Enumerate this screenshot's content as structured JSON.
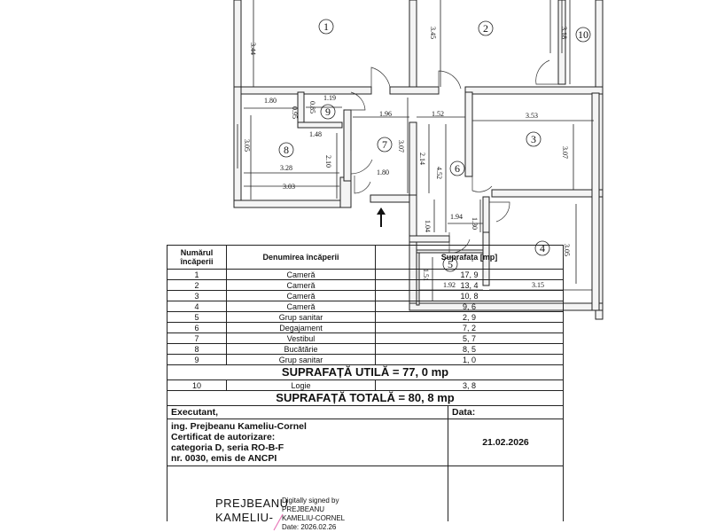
{
  "plan": {
    "rooms": [
      "1",
      "2",
      "3",
      "4",
      "5",
      "6",
      "7",
      "8",
      "9",
      "10"
    ],
    "dims": {
      "d344": "3.44",
      "d345": "3.45",
      "d318": "3.18",
      "d180a": "1.80",
      "d119": "1.19",
      "d095": "0.95",
      "d085": "0.85",
      "d196": "1.96",
      "d152": "1.52",
      "d353": "3.53",
      "d148": "1.48",
      "d305a": "3.05",
      "d328": "3.28",
      "d210": "2.10",
      "d307a": "3.07",
      "d214": "2.14",
      "d452": "4.52",
      "d307b": "3.07",
      "d180b": "1.80",
      "d303": "3.03",
      "d194": "1.94",
      "d104": "1.04",
      "d130": "1.30",
      "d151": "1.51",
      "d192": "1.92",
      "d315": "3.15",
      "d305b": "3.05"
    }
  },
  "table": {
    "headers": {
      "col1": "Numărul încăperii",
      "col2": "Denumirea încăperii",
      "col3": "Suprafața [mp]"
    },
    "rows": [
      {
        "nr": "1",
        "name": "Cameră",
        "area": "17, 9"
      },
      {
        "nr": "2",
        "name": "Cameră",
        "area": "13, 4"
      },
      {
        "nr": "3",
        "name": "Cameră",
        "area": "10, 8"
      },
      {
        "nr": "4",
        "name": "Cameră",
        "area": "9, 6"
      },
      {
        "nr": "5",
        "name": "Grup sanitar",
        "area": "2, 9"
      },
      {
        "nr": "6",
        "name": "Degajament",
        "area": "7, 2"
      },
      {
        "nr": "7",
        "name": "Vestibul",
        "area": "5, 7"
      },
      {
        "nr": "8",
        "name": "Bucătărie",
        "area": "8, 5"
      },
      {
        "nr": "9",
        "name": "Grup sanitar",
        "area": "1, 0"
      }
    ],
    "useful": "SUPRAFAȚĂ UTILĂ = 77, 0 mp",
    "logia": {
      "nr": "10",
      "name": "Logie",
      "area": "3, 8"
    },
    "total": "SUPRAFAȚĂ TOTALĂ = 80, 8 mp",
    "executant_label": "Executant,",
    "date_label": "Data:",
    "executant_lines": [
      "ing. Prejbeanu Kameliu-Cornel",
      "Certificat de autorizare:",
      "categoria D, seria RO-B-F",
      "nr. 0030, emis de ANCPI"
    ],
    "date_value": "21.02.2026"
  },
  "signature": {
    "name_line1": "PREJBEANU",
    "name_line2": "KAMELIU-",
    "digital_line1": "Digitally signed by",
    "digital_line2": "PREJBEANU",
    "digital_line3": "KAMELIU-CORNEL",
    "digital_line4": "Date: 2026.02.26"
  },
  "colors": {
    "ink": "#222222",
    "wall_fill": "#f4f4f4",
    "paper": "#ffffff",
    "signature_slash": "#e879b9"
  }
}
